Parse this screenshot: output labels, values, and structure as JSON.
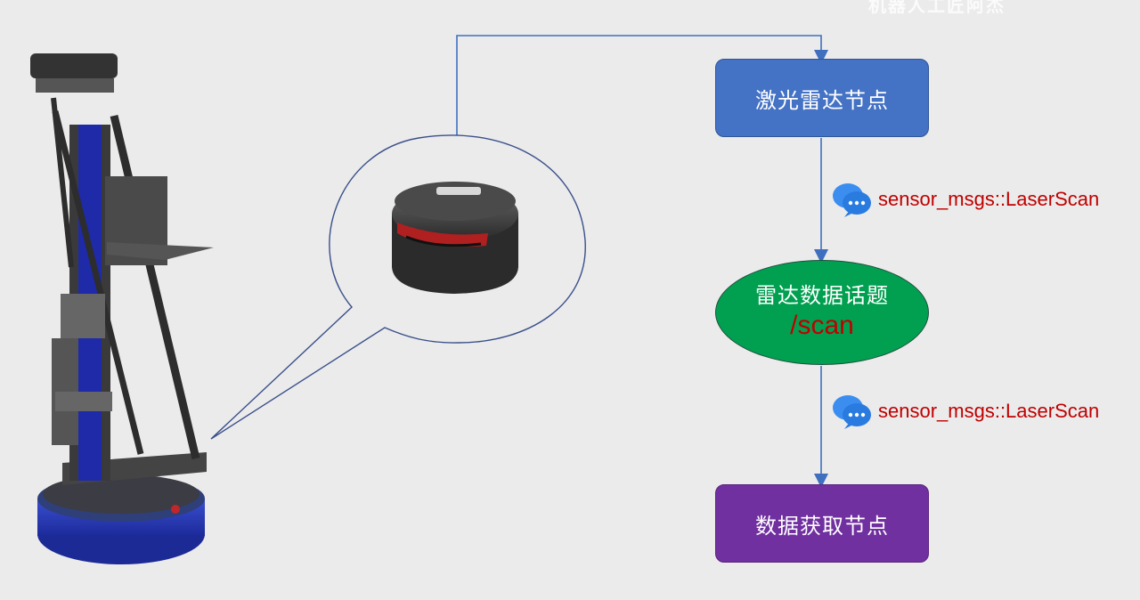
{
  "watermark": "机器人工匠阿杰",
  "nodes": {
    "lidar_node": "激光雷达节点",
    "topic_title": "雷达数据话题",
    "topic_name": "/scan",
    "data_node": "数据获取节点"
  },
  "edges": {
    "msg_type_1": "sensor_msgs::LaserScan",
    "msg_type_2": "sensor_msgs::LaserScan"
  },
  "icons": {
    "message": "chat-bubble-icon",
    "robot": "mobile-manipulator-robot-illustration",
    "lidar": "lidar-sensor-illustration"
  },
  "colors": {
    "lidar_node": "#4472c4",
    "topic_node": "#00a050",
    "data_node": "#7030a0",
    "message_text": "#c00000",
    "connector": "#3f6fbf"
  }
}
